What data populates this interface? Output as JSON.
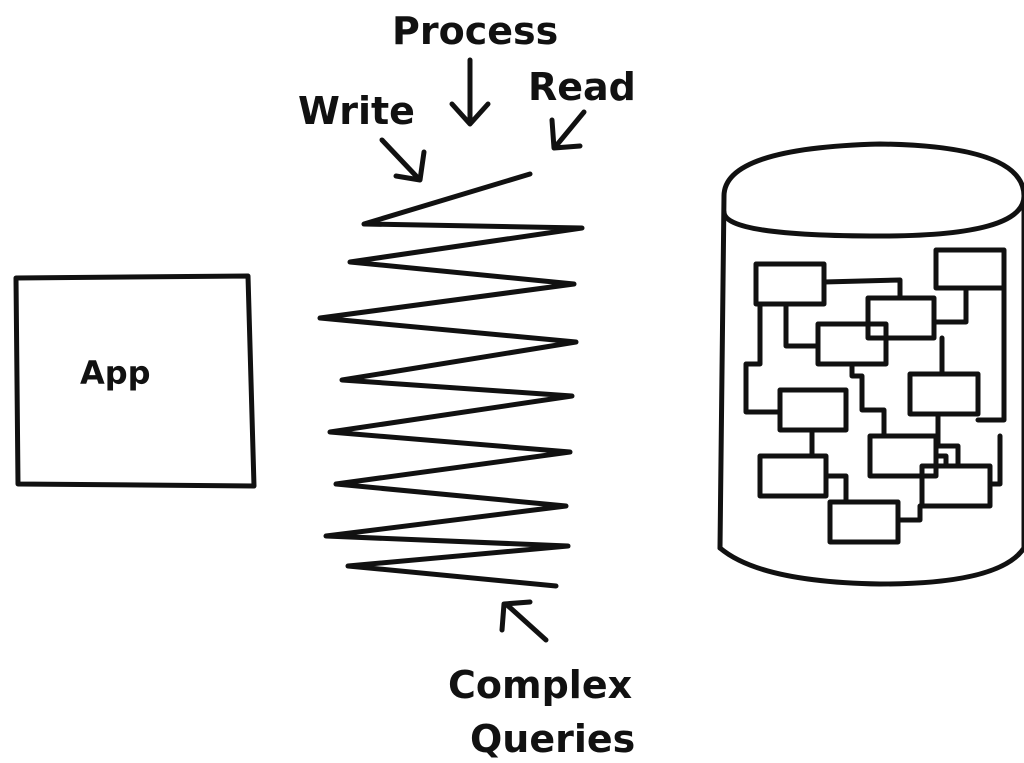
{
  "diagram": {
    "labels": {
      "process": "Process",
      "write": "Write",
      "read": "Read",
      "app": "App",
      "complex_line1": "Complex",
      "complex_line2": "Queries"
    }
  }
}
